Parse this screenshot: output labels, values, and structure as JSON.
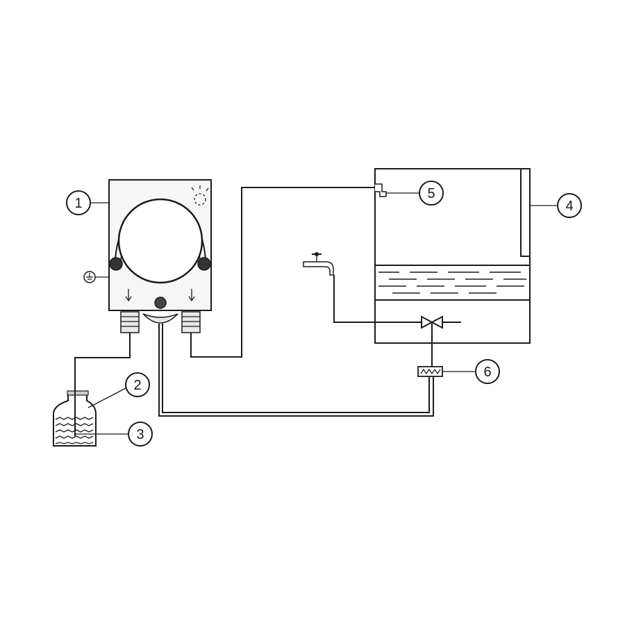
{
  "diagram": {
    "line_color": "#1a1a1a",
    "background_color": "#ffffff",
    "callouts": [
      {
        "id": "pump",
        "label": "1"
      },
      {
        "id": "container-neck",
        "label": "2"
      },
      {
        "id": "chemical",
        "label": "3"
      },
      {
        "id": "level-gauge",
        "label": "4"
      },
      {
        "id": "injection-nozzle",
        "label": "5"
      },
      {
        "id": "flow-sensor",
        "label": "6"
      }
    ]
  }
}
